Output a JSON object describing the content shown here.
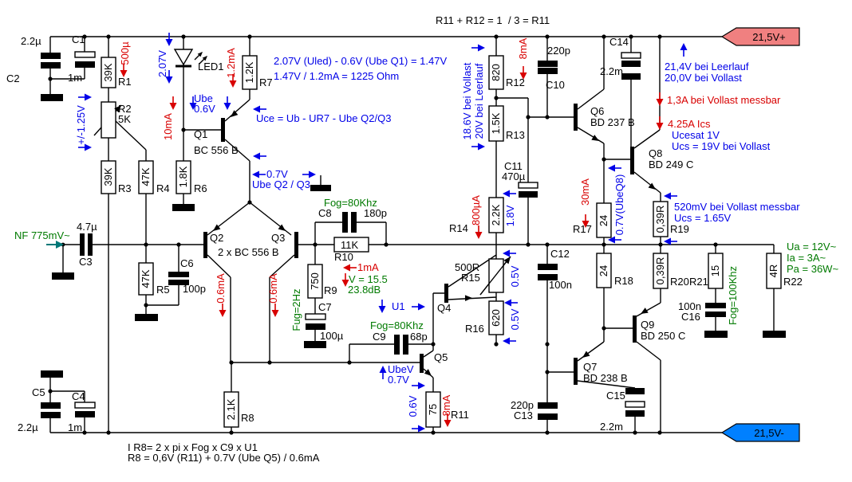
{
  "power": {
    "positive": "21,5V+",
    "negative": "21,5V-"
  },
  "input": {
    "signal": "NF 775mV~"
  },
  "formulas": {
    "top_divider1": "R11 + R12 = 1",
    "top_divider2": "/ 3 = R11",
    "led1": "2.07V (Uled) - 0.6V (Ube Q1) = 1.47V",
    "led2": "1.47V / 1.2mA = 1225 Ohm",
    "uce": "Uce = Ub - UR7 - Ube Q2/Q3",
    "r8_1": "I R8= 2 x pi x Fog x C9 x U1",
    "r8_2": "R8 = 0,6V (R11) + 0.7V (Ube Q5) / 0.6mA"
  },
  "resistors": {
    "R1": {
      "label": "R1",
      "value": "39K"
    },
    "R2": {
      "label": "R2",
      "value": "5K"
    },
    "R3": {
      "label": "R3",
      "value": "39K"
    },
    "R4": {
      "label": "R4",
      "value": "47K"
    },
    "R5": {
      "label": "R5",
      "value": "47K"
    },
    "R6": {
      "label": "R6",
      "value": "1.8K"
    },
    "R7": {
      "label": "R7",
      "value": "1.2K"
    },
    "R8": {
      "label": "R8",
      "value": "2.1K"
    },
    "R9": {
      "label": "R9",
      "value": "750"
    },
    "R10": {
      "label": "R10",
      "value": "11K"
    },
    "R11": {
      "label": "R11",
      "value": "75"
    },
    "R12": {
      "label": "R12",
      "value": "820"
    },
    "R13": {
      "label": "R13",
      "value": "1.5K"
    },
    "R14": {
      "label": "R14",
      "value": "2.2K"
    },
    "R15": {
      "label": "R15",
      "value": "500R"
    },
    "R16": {
      "label": "R16",
      "value": "620"
    },
    "R17": {
      "label": "R17",
      "value": "24"
    },
    "R18": {
      "label": "R18",
      "value": "24"
    },
    "R19": {
      "label": "R19",
      "value": "0,39R"
    },
    "R20": {
      "label": "R20",
      "value": "0,39R"
    },
    "R21": {
      "label": "R21",
      "value": "15"
    },
    "R22": {
      "label": "R22",
      "value": "4R"
    }
  },
  "capacitors": {
    "C1": {
      "label": "C1",
      "value": "1m"
    },
    "C2": {
      "label": "C2",
      "value": "2.2µ"
    },
    "C3": {
      "label": "C3",
      "value": "4.7µ"
    },
    "C4": {
      "label": "C4",
      "value": "1m"
    },
    "C5": {
      "label": "C5",
      "value": "2.2µ"
    },
    "C6": {
      "label": "C6",
      "value": "100p"
    },
    "C7": {
      "label": "C7",
      "value": "100µ"
    },
    "C8": {
      "label": "C8",
      "value": "180p"
    },
    "C9": {
      "label": "C9",
      "value": "68p"
    },
    "C10": {
      "label": "C10",
      "value": "220p"
    },
    "C11": {
      "label": "C11",
      "value": "470µ"
    },
    "C12": {
      "label": "C12",
      "value": "100n"
    },
    "C13": {
      "label": "C13",
      "value": "220p"
    },
    "C14": {
      "label": "C14",
      "value": "2.2m"
    },
    "C15": {
      "label": "C15",
      "value": "2.2m"
    },
    "C16": {
      "label": "C16",
      "value": "100n"
    }
  },
  "semis": {
    "LED1": {
      "label": "LED1"
    },
    "Q1": {
      "label": "Q1",
      "part": "BC 556 B"
    },
    "Q2": {
      "label": "Q2"
    },
    "Q3": {
      "label": "Q3",
      "part": "2 x BC 556 B"
    },
    "Q4": {
      "label": "Q4"
    },
    "Q5": {
      "label": "Q5"
    },
    "Q6": {
      "label": "Q6",
      "part": "BD 237 B"
    },
    "Q7": {
      "label": "Q7",
      "part": "BD 238 B"
    },
    "Q8": {
      "label": "Q8",
      "part": "BD 249 C"
    },
    "Q9": {
      "label": "Q9",
      "part": "BD 250 C"
    }
  },
  "annotations": {
    "blue": {
      "pot_adjust": "+/-1.25V",
      "led_voltage": "2.07V",
      "q1_ube_label": "Ube",
      "q1_ube_value": "0.6V",
      "diff_ube_value": "0.7V",
      "diff_ube_label": "Ube Q2 / Q3",
      "u1": "U1",
      "vas_ube_label": "UbeV",
      "vas_ube_value": "0.7V",
      "r11_voltage": "0.6V",
      "r12_vollast": "18.6V bei Vollast",
      "r12_leerlauf": "20V bei Leerlauf",
      "r14_voltage": "1.8V",
      "r15_voltage": "0.5V",
      "r16_voltage": "0.5V",
      "ube_q8": "0.7V(UbeQ8)",
      "r19_measure": "520mV bei Vollast messbar",
      "r19_ucs": "Ucs = 1.65V",
      "rail_leerlauf": "21,4V bei Leerlauf",
      "rail_vollast": "20,0V bei Vollast",
      "ucesat": "Ucesat 1V",
      "ucs_vollast": "Ucs = 19V bei Vollast"
    },
    "red": {
      "r1_current": "500µ",
      "q1_current": "10mA",
      "led_current": "1.2mA",
      "q2_current": "0.6mA",
      "q3_current": "0.6mA",
      "r12_current": "8mA",
      "r14_current": "800µA",
      "r10_current": "1mA",
      "r11_current": "8mA",
      "r17_current": "30mA",
      "vollast_current": "1,3A bei Vollast messbar",
      "ics": "4.25A Ics"
    },
    "green": {
      "fc_c8": "Fog=80Khz",
      "fc_c9": "Fog=80Khz",
      "fc_c7": "Fug=2Hz",
      "fc_c16": "Fog=100Khz",
      "gain_v": "V = 15.5",
      "gain_db": "23.8dB",
      "out_voltage": "Ua = 12V~",
      "out_current": "Ia = 3A~",
      "out_power": "Pa = 36W~"
    }
  }
}
